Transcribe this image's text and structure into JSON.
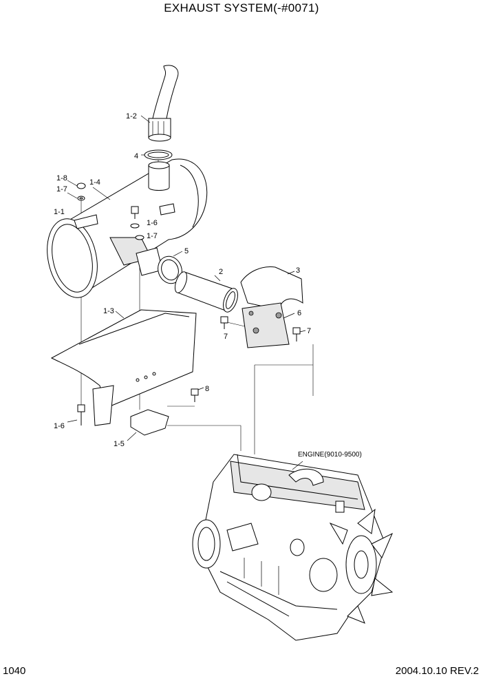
{
  "title": "EXHAUST SYSTEM(-#0071)",
  "footer": {
    "page_number": "1040",
    "date_rev": "2004.10.10  REV.2"
  },
  "engine_label": "ENGINE(9010-9500)",
  "callouts": {
    "c_1_2": "1-2",
    "c_4": "4",
    "c_1_8": "1-8",
    "c_1_7a": "1-7",
    "c_1_4": "1-4",
    "c_1_1": "1-1",
    "c_1_6a": "1-6",
    "c_1_7b": "1-7",
    "c_5": "5",
    "c_2": "2",
    "c_3": "3",
    "c_6": "6",
    "c_7a": "7",
    "c_7b": "7",
    "c_1_3": "1-3",
    "c_8": "8",
    "c_1_6b": "1-6",
    "c_1_5": "1-5"
  }
}
